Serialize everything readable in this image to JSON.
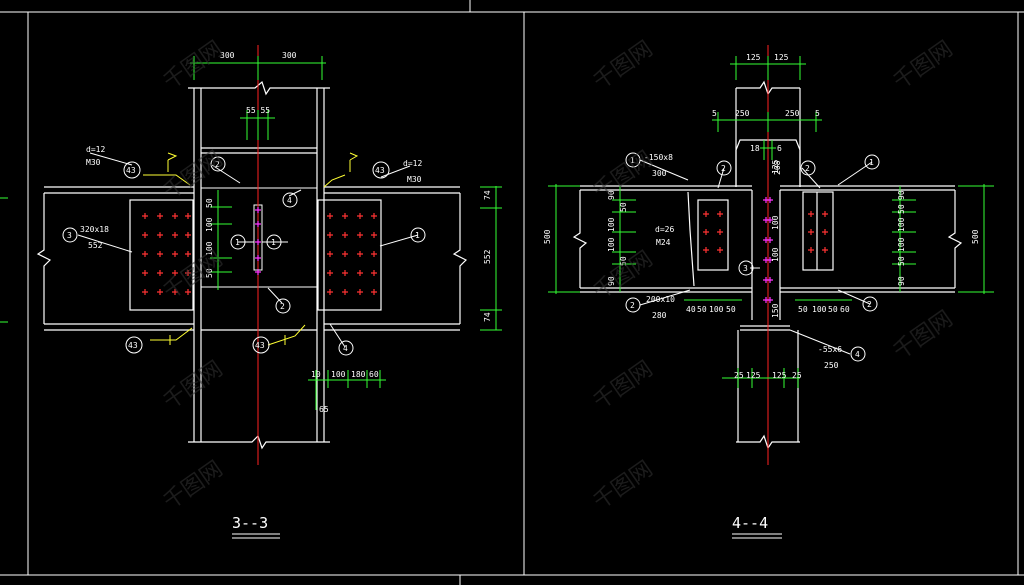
{
  "drawing_3_3": {
    "title": "3--3",
    "top_dims": [
      "300",
      "300"
    ],
    "inner_dims": "55 55",
    "right_bolt_top": "d=12",
    "right_bolt_bot": "M30",
    "right_callout_41": "43",
    "left_bolt_top": "d=12",
    "left_bolt_bot": "M30",
    "left_callout_41": "43",
    "plate_label_top": "320x18",
    "plate_label_bot": "552",
    "callouts": [
      "1",
      "2",
      "3",
      "4"
    ],
    "vert_dims_web": [
      "50",
      "100",
      "100",
      "50"
    ],
    "vert_dims_right": [
      "74",
      "552",
      "74"
    ],
    "bottom_dims": [
      "10",
      "100",
      "180",
      "60"
    ],
    "bottom_extra": "65",
    "bottom_callout_41": "43"
  },
  "drawing_4_4": {
    "title": "4--4",
    "top_dims": [
      "125",
      "125"
    ],
    "upper_dims": [
      "250",
      "250"
    ],
    "small_5": "5",
    "small_18": "18",
    "small_6": "6",
    "small_208": "208",
    "plate_top_label": "-150x8",
    "plate_top_sub": "300",
    "bolt_label_top": "d=26",
    "bolt_label_bot": "M24",
    "plate_bot_label": "200x10",
    "plate_bot_sub": "280",
    "bottom_plate_label": "-55x6",
    "bottom_plate_sub": "250",
    "left_height": "500",
    "right_height": "500",
    "vert_dims_left": [
      "90",
      "50",
      "100",
      "100",
      "50",
      "90"
    ],
    "vert_dims_right": [
      "90",
      "50",
      "100",
      "100",
      "50",
      "90"
    ],
    "web_dims": [
      "125",
      "100",
      "100",
      "150"
    ],
    "row_dims_left": [
      "40",
      "50",
      "100",
      "50"
    ],
    "row_dims_right": [
      "50",
      "100",
      "50",
      "60"
    ],
    "bottom_dims": [
      "25",
      "125",
      "125",
      "25"
    ],
    "callouts": [
      "1",
      "2",
      "3",
      "4"
    ]
  },
  "watermark": "千图网",
  "colors": {
    "line": "#ffffff",
    "dim": "#33ff33",
    "center": "#ff2222",
    "bolt": "#ff3333",
    "leader": "#ffff33",
    "accent": "#ff33ff"
  }
}
